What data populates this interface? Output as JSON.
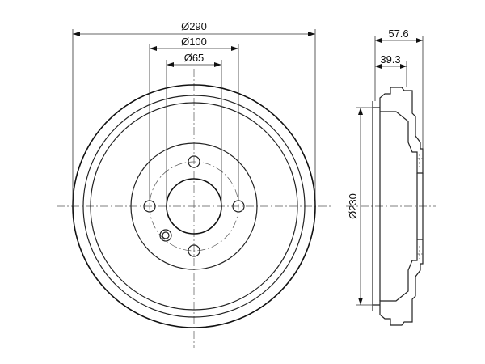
{
  "drawing": {
    "dimensions": {
      "outer_diameter": "Ø290",
      "bolt_circle": "Ø100",
      "center_bore": "Ø65",
      "width": "57.6",
      "depth": "39.3",
      "drum_inner_diameter": "Ø230"
    }
  }
}
